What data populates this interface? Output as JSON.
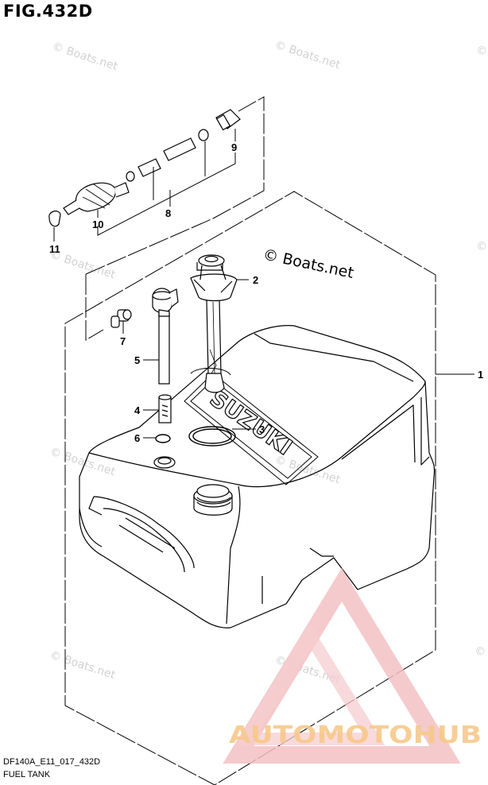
{
  "figure": {
    "title": "FIG.432D",
    "code": "DF140A_E11_017_432D",
    "caption": "FUEL TANK"
  },
  "copyright": "© Boats.net",
  "watermark_text": "© Boats.net",
  "logo": {
    "text": "AUTOMOTOHUB",
    "color": "#e8333a",
    "text_color": "#f2a93b"
  },
  "callouts": [
    "1",
    "2",
    "3",
    "4",
    "5",
    "6",
    "7",
    "8",
    "9",
    "10",
    "11"
  ],
  "tank_brand": "SUZUKI"
}
